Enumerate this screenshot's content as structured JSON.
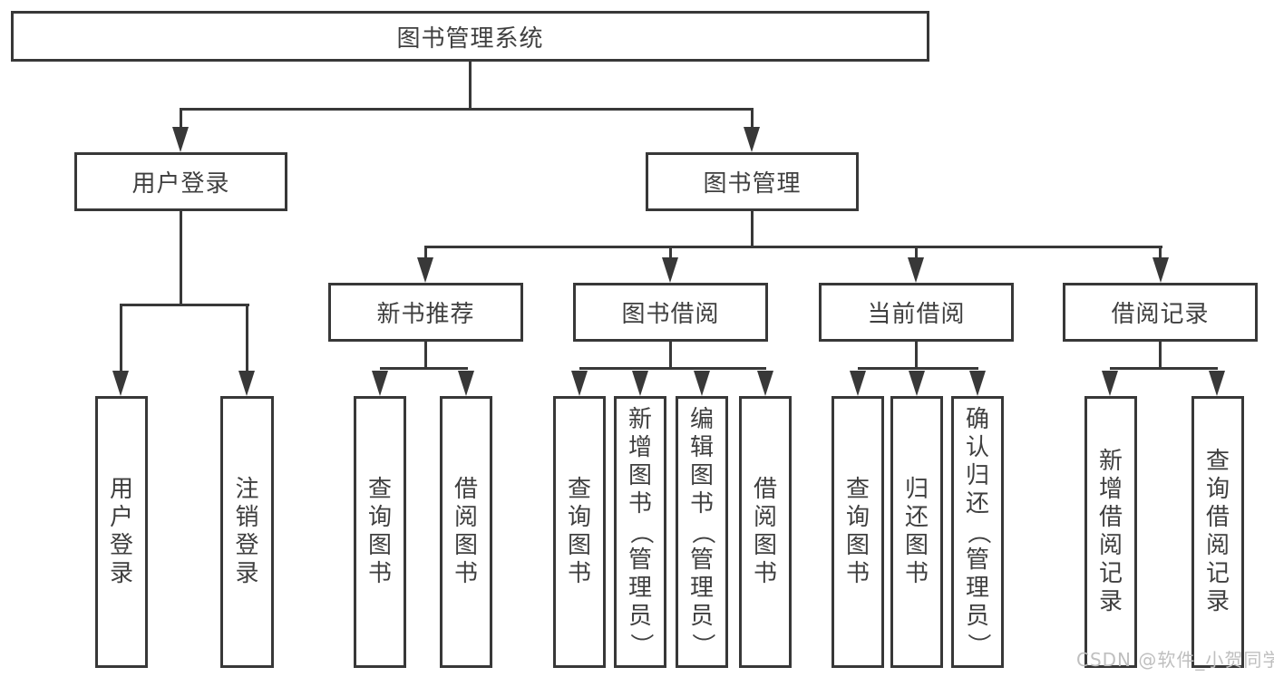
{
  "diagram": {
    "type": "hierarchy-tree",
    "orientation": "top-down"
  },
  "colors": {
    "line": "#383838",
    "box_border": "#383838",
    "text": "#3f3f3f",
    "watermark": "#bfbfbf",
    "background": "#ffffff"
  },
  "tree": {
    "label": "图书管理系统",
    "children": [
      {
        "label": "用户登录",
        "children": [
          {
            "label": "用户登录"
          },
          {
            "label": "注销登录"
          }
        ]
      },
      {
        "label": "图书管理",
        "children": [
          {
            "label": "新书推荐",
            "children": [
              {
                "label": "查询图书"
              },
              {
                "label": "借阅图书"
              }
            ]
          },
          {
            "label": "图书借阅",
            "children": [
              {
                "label": "查询图书"
              },
              {
                "label": "新增图书（管理员）"
              },
              {
                "label": "编辑图书（管理员）"
              },
              {
                "label": "借阅图书"
              }
            ]
          },
          {
            "label": "当前借阅",
            "children": [
              {
                "label": "查询图书"
              },
              {
                "label": "归还图书"
              },
              {
                "label": "确认归还（管理员）"
              }
            ]
          },
          {
            "label": "借阅记录",
            "children": [
              {
                "label": "新增借阅记录"
              },
              {
                "label": "查询借阅记录"
              }
            ]
          }
        ]
      }
    ]
  },
  "watermark": {
    "text": "CSDN @软件_小贺同学"
  }
}
